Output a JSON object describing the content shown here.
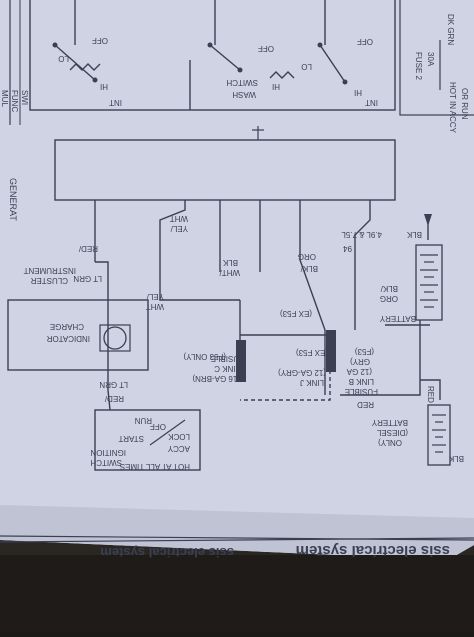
{
  "page": {
    "footer_title": "ssis electrical system",
    "colors": {
      "paper": "#cfd3e3",
      "ink": "#3a3f52",
      "fabric": "#2a2723"
    }
  },
  "labels": {
    "dk_grn": "DK GRN",
    "hot_in_accy": "HOT IN ACCY",
    "or_run": "OR RUN",
    "fuse_2": "FUSE 2",
    "fuse_2_amps": "30A",
    "mult_func_1": "MUL",
    "mult_func_2": "FUNC",
    "mult_func_3": "SWI",
    "wash": "WASH",
    "switch": "SWITCH",
    "int_a": "INT",
    "hi_a": "HI",
    "int_b": "INT",
    "hi_b": "HI",
    "lo_a": "LO",
    "lo_b": "LO",
    "off_a": "OFF",
    "off_b": "OFF",
    "off_c": "OFF",
    "generator": "GENERAT",
    "wire_red_lt_grn": "RED/",
    "wire_red_lt_grn_2": "LT GRN",
    "wire_yel_wht": "YEL/",
    "wire_yel_wht_2": "WHT",
    "wire_wht_blk": "WHT/",
    "wire_wht_blk_2": "BLK",
    "wire_blk_org": "BLK/",
    "wire_blk_org_2": "ORG",
    "engine_1": "4.9L & 7.5L",
    "engine_2": "94",
    "wire_blk": "BLK",
    "battery": "BATTERY",
    "battery_blk_org": "BLK/",
    "battery_blk_org_2": "ORG",
    "instrument_1": "INSTRUMENT",
    "instrument_2": "CLUSTER",
    "charge_1": "CHARGE",
    "charge_2": "INDICATOR",
    "ex_f53_a": "(EX F53)",
    "fusible_c_1": "FUSIBLE",
    "fusible_c_2": "LINK C",
    "fusible_c_3": "(16 GA-BRN)",
    "fusible_c_4": "(F53 ONLY)",
    "fusible_b_1": "FUSIBLE",
    "fusible_b_2": "LINK B",
    "fusible_b_3": "(12 GA",
    "fusible_b_4": "GRY)",
    "fusible_j_1": "LINK J",
    "fusible_j_2": "(12 GA-GRY)",
    "fusible_j_3": "(EX F53)",
    "fusible_j_4": "(F53)",
    "wire_red": "RED",
    "wire_red_2": "RED",
    "ignition_1": "IGNITION",
    "ignition_2": "SWITCH",
    "hot_all_times": "HOT AT ALL TIMES",
    "ign_off": "OFF",
    "ign_run": "RUN",
    "ign_lock": "LOCK",
    "ign_accy": "ACCY",
    "ign_start": "START",
    "battery2_1": "BATTERY",
    "battery2_2": "(DIESEL",
    "battery2_3": "ONLY)",
    "wire_blk_2": "BLK",
    "wire_red_lt_grn_b": "RED/",
    "wire_red_lt_grn_b2": "LT GRN"
  }
}
